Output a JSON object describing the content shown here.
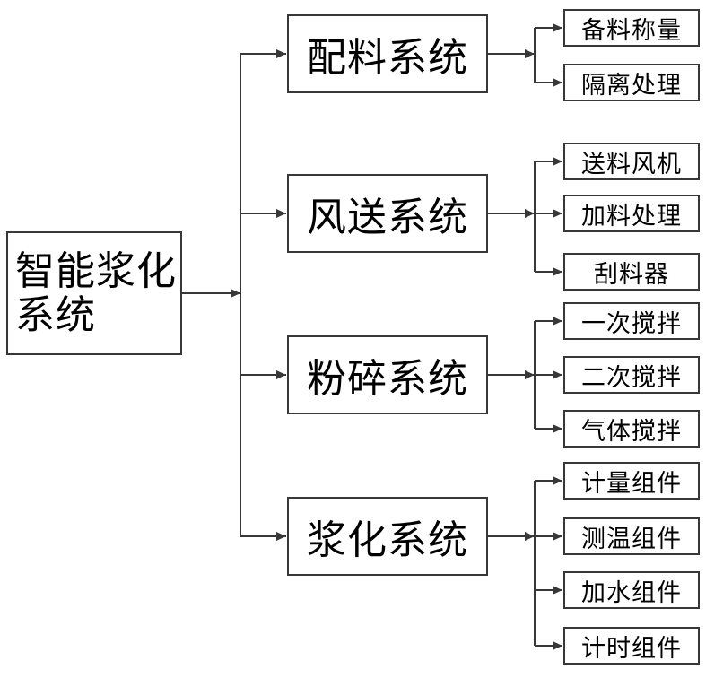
{
  "diagram": {
    "root": {
      "label": "智能浆化系统"
    },
    "branches": [
      {
        "label": "配料系统",
        "children": [
          "备料称量",
          "隔离处理"
        ]
      },
      {
        "label": "风送系统",
        "children": [
          "送料风机",
          "加料处理",
          "刮料器"
        ]
      },
      {
        "label": "粉碎系统",
        "children": [
          "一次搅拌",
          "二次搅拌",
          "气体搅拌"
        ]
      },
      {
        "label": "浆化系统",
        "children": [
          "计量组件",
          "测温组件",
          "加水组件",
          "计时组件"
        ]
      }
    ],
    "colors": {
      "line": "#383838",
      "border": "#383838",
      "text": "#000000",
      "background": "#ffffff"
    }
  }
}
